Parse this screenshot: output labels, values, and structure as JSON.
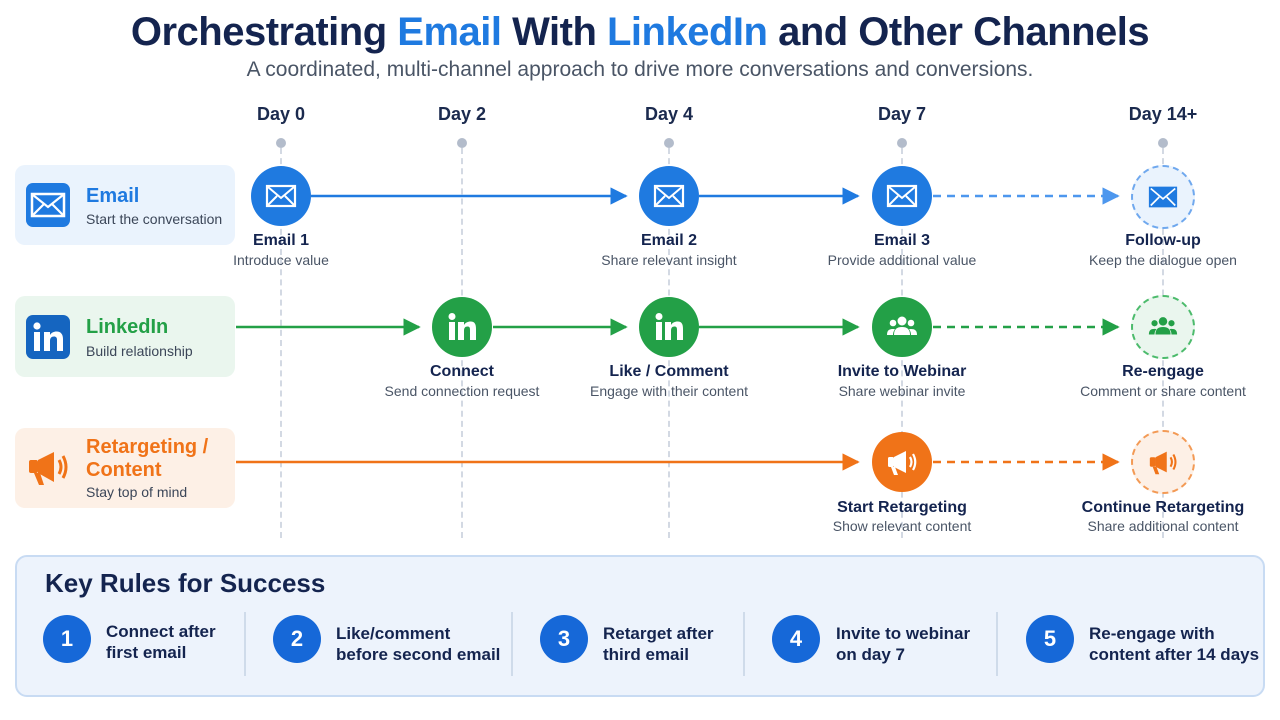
{
  "header": {
    "title_parts": [
      "Orchestrating ",
      "Email",
      " With ",
      "LinkedIn",
      " and Other Channels"
    ],
    "subtitle": "A coordinated, multi-channel approach to drive more conversations and conversions."
  },
  "timeline": {
    "days": [
      "Day 0",
      "Day 2",
      "Day 4",
      "Day 7",
      "Day 14+"
    ]
  },
  "channels": [
    {
      "name": "Email",
      "sub": "Start the conversation",
      "icon": "envelope-icon",
      "color": "#1f7ae0",
      "bg": "#eaf3fd"
    },
    {
      "name": "LinkedIn",
      "sub": "Build relationship",
      "icon": "linkedin-icon",
      "color": "#23a047",
      "bg": "#eaf6ee"
    },
    {
      "name_lines": [
        "Retargeting /",
        "Content"
      ],
      "sub": "Stay top of mind",
      "icon": "megaphone-icon",
      "color": "#f07318",
      "bg": "#fdf0e6"
    }
  ],
  "steps": {
    "email": [
      {
        "title": "Email 1",
        "desc": "Introduce value",
        "day": "Day 0",
        "icon": "envelope-icon"
      },
      {
        "title": "Email 2",
        "desc": "Share relevant insight",
        "day": "Day 4",
        "icon": "envelope-icon"
      },
      {
        "title": "Email 3",
        "desc": "Provide additional value",
        "day": "Day 7",
        "icon": "envelope-icon"
      },
      {
        "title": "Follow-up",
        "desc": "Keep the dialogue open",
        "day": "Day 14+",
        "icon": "envelope-icon",
        "style": "dashed"
      }
    ],
    "linkedin": [
      {
        "title": "Connect",
        "desc": "Send connection request",
        "day": "Day 2",
        "icon": "linkedin-icon"
      },
      {
        "title": "Like / Comment",
        "desc": "Engage with their content",
        "day": "Day 4",
        "icon": "linkedin-icon"
      },
      {
        "title": "Invite to Webinar",
        "desc": "Share webinar invite",
        "day": "Day 7",
        "icon": "group-icon"
      },
      {
        "title": "Re-engage",
        "desc": "Comment or share content",
        "day": "Day 14+",
        "icon": "group-icon",
        "style": "dashed"
      }
    ],
    "retargeting": [
      {
        "title": "Start Retargeting",
        "desc": "Show relevant content",
        "day": "Day 7",
        "icon": "megaphone-icon"
      },
      {
        "title": "Continue Retargeting",
        "desc": "Share additional content",
        "day": "Day 14+",
        "icon": "megaphone-icon",
        "style": "dashed"
      }
    ]
  },
  "rules": {
    "title": "Key Rules for Success",
    "items": [
      {
        "num": "1",
        "lines": [
          "Connect after",
          "first email"
        ]
      },
      {
        "num": "2",
        "lines": [
          "Like/comment",
          "before second email"
        ]
      },
      {
        "num": "3",
        "lines": [
          "Retarget after",
          "third email"
        ]
      },
      {
        "num": "4",
        "lines": [
          "Invite to webinar",
          "on day 7"
        ]
      },
      {
        "num": "5",
        "lines": [
          "Re-engage with",
          "content after 14 days"
        ]
      }
    ]
  },
  "colors": {
    "navy": "#14244f",
    "email": "#1f7ae0",
    "linkedin": "#23a047",
    "retargeting": "#f07318",
    "rule_badge": "#1668d8"
  }
}
